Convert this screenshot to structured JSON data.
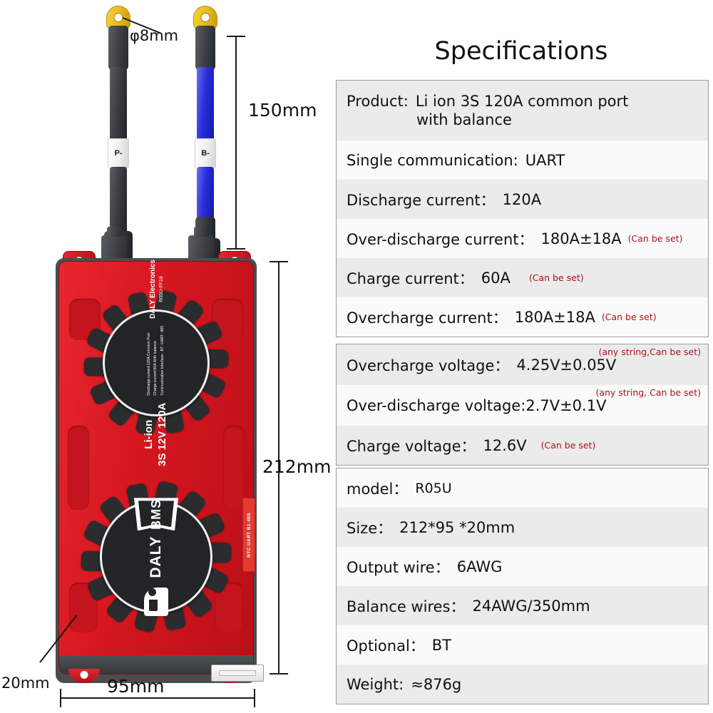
{
  "specifications": {
    "title": "Specifications",
    "blocks": [
      {
        "id": "general",
        "rows": [
          {
            "label": "Product:",
            "value": "Li ion 3S 120A common port",
            "value_line2": "with balance",
            "note": ""
          },
          {
            "label": "Single communication:",
            "value": "UART",
            "note": ""
          },
          {
            "label": "Discharge current：",
            "value": "120A",
            "note": ""
          },
          {
            "label": "Over-discharge current：",
            "value": "180A±18A",
            "note": "(Can be set)"
          },
          {
            "label": "Charge current：",
            "value": "60A",
            "note": "(Can be set)"
          },
          {
            "label": "Overcharge current：",
            "value": "180A±18A",
            "note": "(Can be set)"
          }
        ]
      },
      {
        "id": "voltage",
        "rows": [
          {
            "label": "Overcharge voltage：",
            "value": "4.25V±0.05V",
            "note_top": "(any string,Can be set)"
          },
          {
            "label": "Over-discharge voltage:",
            "value": "2.7V±0.1V",
            "note_top": "(any string, Can be set)"
          },
          {
            "label": "Charge voltage：",
            "value": "12.6V",
            "note": "(Can be set)"
          }
        ]
      },
      {
        "id": "physical",
        "rows": [
          {
            "label": "model：",
            "value": "R05U",
            "note": ""
          },
          {
            "label": "Size：",
            "value": "212*95 *20mm",
            "note": ""
          },
          {
            "label": "Output wire：",
            "value": "6AWG",
            "note": ""
          },
          {
            "label": "Balance wires：",
            "value": "24AWG/350mm",
            "note": ""
          },
          {
            "label": "Optional：",
            "value": "BT",
            "note": ""
          },
          {
            "label": "Weight:",
            "value": "≈876g",
            "note": ""
          }
        ]
      }
    ]
  },
  "product": {
    "dimensions": {
      "hole_diameter": "φ8mm",
      "wire_length": "150mm",
      "board_length": "212mm",
      "board_width": "95mm",
      "board_thickness": "20mm"
    },
    "wires": [
      {
        "name": "negative-wire",
        "color": "black",
        "tag": "P-"
      },
      {
        "name": "positive-wire",
        "color": "blue",
        "tag": "B-"
      }
    ],
    "top_fan_label": {
      "chemistry": "Li-ion",
      "rating": "3S 12V 120A",
      "spec_lines": [
        "Discharge current:120A   Common Port",
        "Charge current:60A        With balance",
        "Communication Interface:  -BT  -UART  -485"
      ],
      "brand": "DALY Electronics",
      "model_code": "R05U-FF18"
    },
    "bottom_fan_label": {
      "brand": "DALY",
      "badge": "BMS"
    },
    "side_sticker": "NTC  UART  B1  48S",
    "colors": {
      "body_red": "#d4161f",
      "fan_black": "#2a2c2e",
      "wire_blue": "#2a2ddb",
      "lug_yellow": "#e8b91a",
      "note_red": "#b01116"
    }
  }
}
